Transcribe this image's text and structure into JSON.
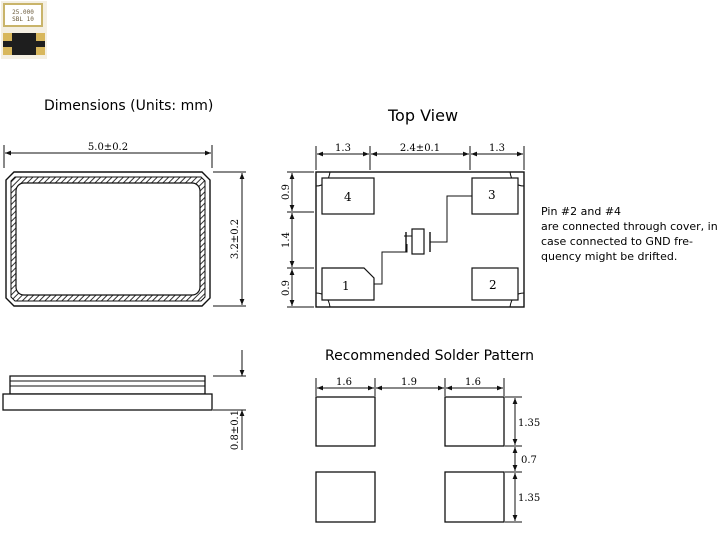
{
  "thumbnail": {
    "top_line": "25.000",
    "bottom_line": "SBL 10"
  },
  "headings": {
    "dimensions": "Dimensions (Units: mm)",
    "top_view": "Top View",
    "solder_pattern": "Recommended Solder Pattern"
  },
  "dimensions": {
    "length": "5.0±0.2",
    "width": "3.2±0.2",
    "height": "0.8±0.1"
  },
  "top_view": {
    "top_left": "1.3",
    "top_mid": "2.4±0.1",
    "top_right": "1.3",
    "side_top": "0.9",
    "side_mid": "1.4",
    "side_bottom": "0.9",
    "pins": [
      "4",
      "3",
      "1",
      "2"
    ]
  },
  "note": [
    "Pin #2 and #4",
    "are connected through cover, in",
    "case connected to GND fre-",
    "quency might be drifted."
  ],
  "solder": {
    "top_left": "1.6",
    "top_mid": "1.9",
    "top_right": "1.6",
    "side_top": "1.35",
    "side_mid": "0.7",
    "side_bottom": "1.35"
  }
}
